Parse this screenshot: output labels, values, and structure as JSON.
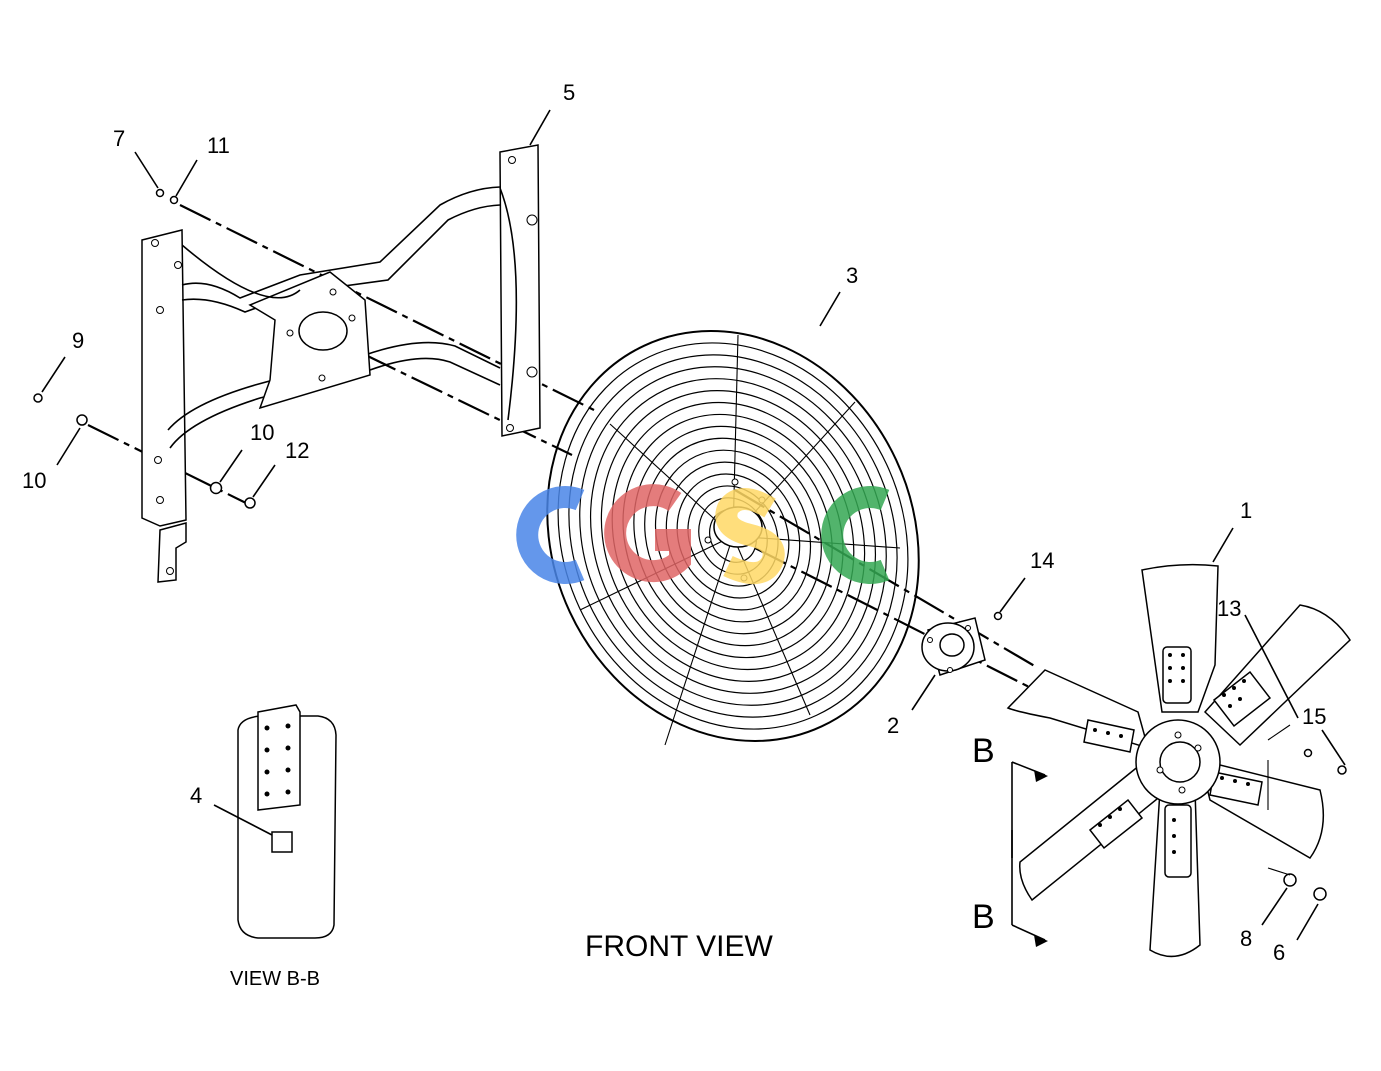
{
  "callouts": {
    "c1": "1",
    "c2": "2",
    "c3": "3",
    "c4": "4",
    "c5": "5",
    "c6": "6",
    "c7": "7",
    "c8": "8",
    "c9": "9",
    "c10a": "10",
    "c10b": "10",
    "c11": "11",
    "c12": "12",
    "c13": "13",
    "c14": "14",
    "c15": "15"
  },
  "section": {
    "top": "B",
    "bottom": "B"
  },
  "views": {
    "front": "FRONT VIEW",
    "section": "VIEW B-B"
  },
  "watermark": {
    "blue": "#4a86e8",
    "red": "#e06666",
    "yellow": "#ffd966",
    "green": "#34a853"
  }
}
